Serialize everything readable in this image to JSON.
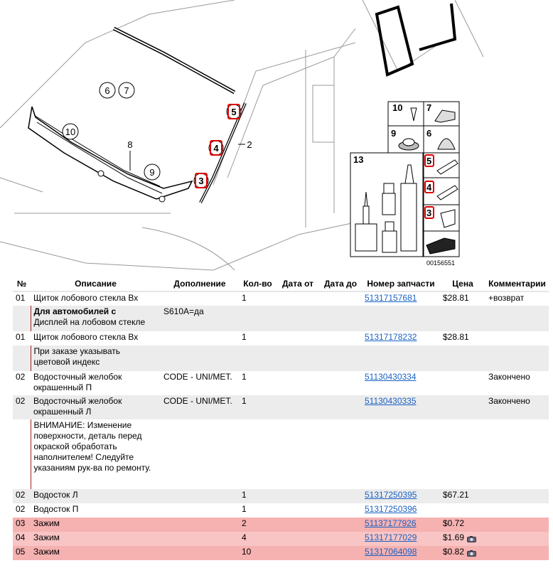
{
  "diagram": {
    "labels": [
      "6",
      "7",
      "10",
      "8",
      "9",
      "5",
      "4",
      "2",
      "3"
    ],
    "inset_labels": [
      "10",
      "7",
      "9",
      "6",
      "13",
      "5",
      "4",
      "3"
    ],
    "image_code": "00156551"
  },
  "table": {
    "headers": [
      "№",
      "Описание",
      "Дополнение",
      "Кол-во",
      "Дата от",
      "Дата до",
      "Номер запчасти",
      "Цена",
      "Комментарии"
    ],
    "rows": [
      {
        "num": "01",
        "desc": "Щиток лобового стекла Вх",
        "add": "",
        "qty": "1",
        "part": "51317157681",
        "price": "$28.81",
        "comment": "+возврат",
        "style": "odd"
      },
      {
        "num": "",
        "desc_bold": "Для автомобилей с",
        "desc": "Дисплей на лобовом стекле",
        "add": "S610A=да",
        "qty": "",
        "part": "",
        "price": "",
        "comment": "",
        "style": "even"
      },
      {
        "num": "01",
        "desc": "Щиток лобового стекла Вх",
        "add": "",
        "qty": "1",
        "part": "51317178232",
        "price": "$28.81",
        "comment": "",
        "style": "odd"
      },
      {
        "num": "",
        "desc": "При заказе указывать цветовой индекс",
        "add": "",
        "qty": "",
        "part": "",
        "price": "",
        "comment": "",
        "style": "even"
      },
      {
        "num": "02",
        "desc": "Водосточный желобок окрашенный П",
        "add": "CODE - UNI/MET.",
        "qty": "1",
        "part": "51130430334",
        "price": "",
        "comment": "Закончено",
        "style": "odd"
      },
      {
        "num": "02",
        "desc": "Водосточный желобок окрашенный Л",
        "add": "CODE - UNI/MET.",
        "qty": "1",
        "part": "51130430335",
        "price": "",
        "comment": "Закончено",
        "style": "even"
      },
      {
        "num": "",
        "desc": "ВНИМАНИЕ: Изменение поверхности, деталь перед окраской обработать наполнителем! Следуйте указаниям рук-ва по ремонту.",
        "add": "",
        "qty": "",
        "part": "",
        "price": "",
        "comment": "",
        "style": "odd"
      },
      {
        "num": "02",
        "desc": "Водосток Л",
        "add": "",
        "qty": "1",
        "part": "51317250395",
        "price": "$67.21",
        "comment": "",
        "style": "even"
      },
      {
        "num": "02",
        "desc": "Водосток П",
        "add": "",
        "qty": "1",
        "part": "51317250396",
        "price": "",
        "comment": "",
        "style": "odd"
      },
      {
        "num": "03",
        "desc": "Зажим",
        "add": "",
        "qty": "2",
        "part": "51137177926",
        "price": "$0.72",
        "comment": "",
        "style": "hl"
      },
      {
        "num": "04",
        "desc": "Зажим",
        "add": "",
        "qty": "4",
        "part": "51317177029",
        "price": "$1.69",
        "comment": "",
        "style": "hl2",
        "cam": true
      },
      {
        "num": "05",
        "desc": "Зажим",
        "add": "",
        "qty": "10",
        "part": "51317064098",
        "price": "$0.82",
        "comment": "",
        "style": "hl",
        "cam": true
      }
    ]
  },
  "colors": {
    "link": "#1a62c4",
    "highlight": "#f6b1b1",
    "note_border": "#a02020"
  }
}
